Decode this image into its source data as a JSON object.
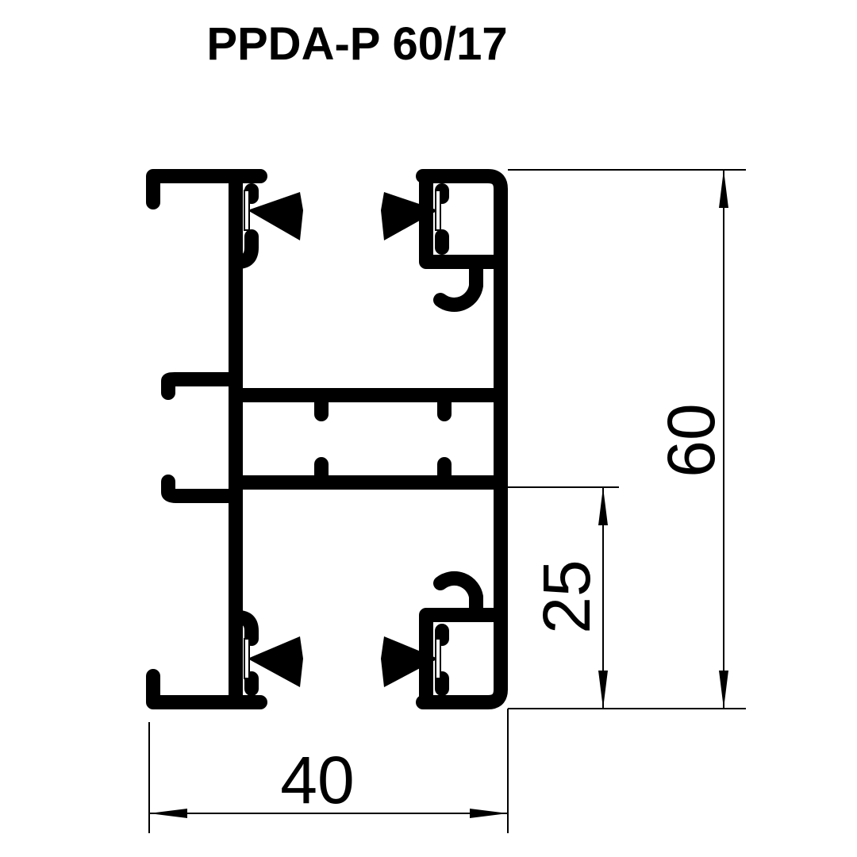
{
  "title": "PPDA-P 60/17",
  "dimensions": {
    "height_total": "60",
    "height_partial": "25",
    "width": "40"
  }
}
